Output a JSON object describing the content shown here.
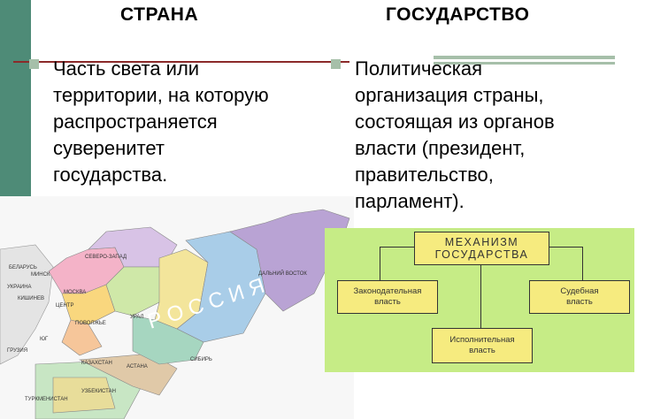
{
  "left_column": {
    "heading": "СТРАНА",
    "text_lines": [
      "Часть света или",
      "территории, на которую",
      "распространяется",
      "суверенитет",
      "государства."
    ]
  },
  "right_column": {
    "heading": "ГОСУДАРСТВО",
    "text_lines": [
      "Политическая",
      "организация страны,",
      "состоящая из органов",
      "власти (президент,",
      "правительство,",
      "парламент)."
    ]
  },
  "map": {
    "country_label": "Р О С С И Я",
    "regions": [
      "СЕВЕРО-ЗАПАД",
      "ДАЛЬНИЙ ВОСТОК",
      "СИБИРЬ",
      "УРАЛ",
      "ЦЕНТР",
      "ПОВОЛЖЬЕ",
      "ЮГ",
      "МОСКВА",
      "КАЗАХСТАН",
      "АСТАНА",
      "УЗБЕКИСТАН",
      "ТУРКМЕНИСТАН",
      "БЕЛАРУСЬ",
      "МИНСК",
      "УКРАИНА",
      "КИШИНЕВ",
      "ГРУЗИЯ"
    ]
  },
  "diagram": {
    "main_line1": "МЕХАНИЗМ",
    "main_line2": "ГОСУДАРСТВА",
    "left_line1": "Законодательная",
    "left_line2": "власть",
    "mid_line1": "Исполнительная",
    "mid_line2": "власть",
    "right_line1": "Судебная",
    "right_line2": "власть"
  },
  "colors": {
    "accent_bar": "#4e8b77",
    "diagram_bg": "#c6ec86",
    "box_bg": "#f6eb7f",
    "rule": "#8b2a2a"
  }
}
